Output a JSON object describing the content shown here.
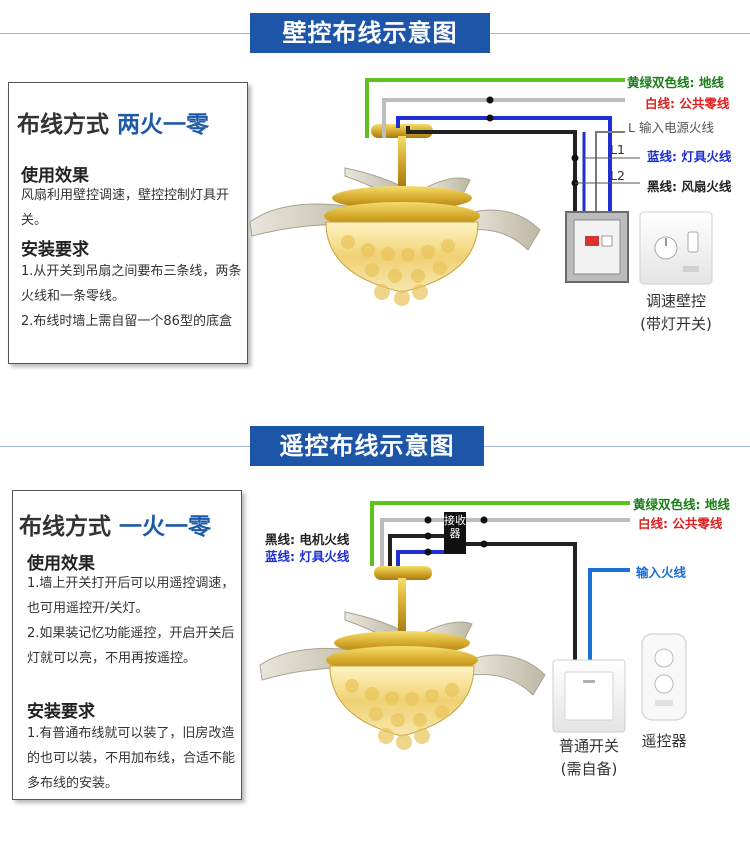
{
  "section1": {
    "title": "壁控布线示意图",
    "mode_prefix": "布线方式",
    "mode_highlight": "两火一零",
    "effect_heading": "使用效果",
    "effect_text": "风扇利用壁控调速，壁控控制灯具开关。",
    "install_heading": "安装要求",
    "install_items": [
      "1.从开关到吊扇之间要布三条线，两条火线和一条零线。",
      "2.布线时墙上需自留一个86型的底盒"
    ],
    "wires": {
      "ground": "黄绿双色线: 地线",
      "neutral": "白线: 公共零线",
      "input": "L 输入电源火线",
      "l1": "L1",
      "lamp": "蓝线: 灯具火线",
      "l2": "L2",
      "fan": "黑线: 风扇火线"
    },
    "caption_line1": "调速壁控",
    "caption_line2": "(带灯开关)"
  },
  "section2": {
    "title": "遥控布线示意图",
    "mode_prefix": "布线方式",
    "mode_highlight": "一火一零",
    "effect_heading": "使用效果",
    "effect_items": [
      "1.墙上开关打开后可以用遥控调速，也可用遥控开/关灯。",
      "2.如果装记忆功能遥控，开启开关后灯就可以亮，不用再按遥控。"
    ],
    "install_heading": "安装要求",
    "install_text": "1.有普通布线就可以装了，旧房改造的也可以装，不用加布线，合适不能多布线的安装。",
    "wires": {
      "ground": "黄绿双色线: 地线",
      "neutral": "白线: 公共零线",
      "motor": "黑线: 电机火线",
      "lamp": "蓝线: 灯具火线",
      "input": "输入火线"
    },
    "receiver": "接收器",
    "switch_caption_line1": "普通开关",
    "switch_caption_line2": "(需自备)",
    "remote_caption": "遥控器"
  },
  "colors": {
    "header_bg": "#1d56a8",
    "accent_blue": "#1f5aa8",
    "ground_wire": "#5ec11c",
    "neutral_wire": "#bdbdbd",
    "neutral_label": "#e02020",
    "lamp_wire": "#1f2fd4",
    "fan_wire": "#222222",
    "input_wire": "#7a7a7a",
    "remote_input_wire": "#1a6fd8"
  }
}
